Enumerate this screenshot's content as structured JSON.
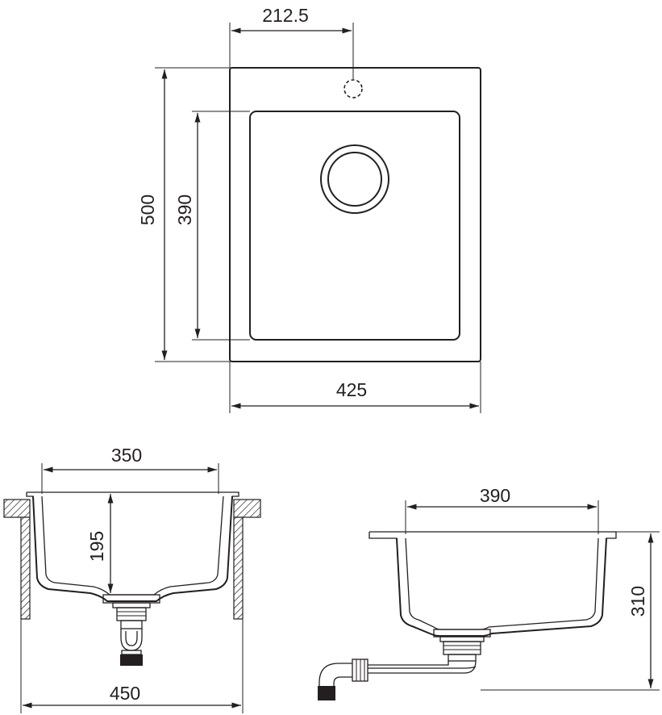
{
  "top_view": {
    "dim_tap_offset": "212.5",
    "dim_total_depth": "500",
    "dim_bowl_depth": "390",
    "dim_total_width": "425"
  },
  "front_section": {
    "dim_bowl_width": "350",
    "dim_bowl_height": "195",
    "dim_cabinet_width": "450"
  },
  "side_section": {
    "dim_bowl_length": "390",
    "dim_total_height": "310"
  }
}
